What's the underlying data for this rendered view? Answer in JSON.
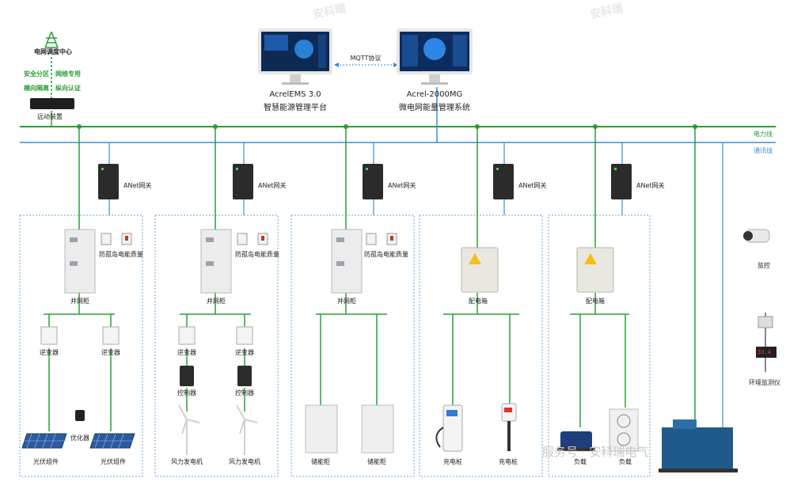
{
  "grid_dispatch": {
    "title": "电网调度中心",
    "tags": [
      "安全分区",
      "网络专用",
      "横向隔离",
      "纵向认证"
    ],
    "device": "远动装置"
  },
  "platforms": {
    "ems_name": "AcrelEMS 3.0",
    "ems_desc": "智慧能源管理平台",
    "mg_name": "Acrel-2000MG",
    "mg_desc": "微电网能量管理系统",
    "link_protocol": "MQTT协议"
  },
  "buses": {
    "power": "电力线",
    "comm": "通讯线"
  },
  "gateway_label": "ANet网关",
  "panels": [
    {
      "cabinet": "并网柜",
      "aux": [
        "防孤岛",
        "电能质量"
      ],
      "sub": [
        "逆变器",
        "逆变器"
      ],
      "bottom": [
        "光伏组件",
        "光伏组件"
      ],
      "extra": "优化器"
    },
    {
      "cabinet": "并网柜",
      "aux": [
        "防孤岛",
        "电能质量"
      ],
      "sub": [
        "逆变器",
        "逆变器"
      ],
      "sub2": [
        "控制器",
        "控制器"
      ],
      "bottom": [
        "风力发电机",
        "风力发电机"
      ]
    },
    {
      "cabinet": "并网柜",
      "aux": [
        "防孤岛",
        "电能质量"
      ],
      "bottom": [
        "储能柜",
        "储能柜"
      ]
    },
    {
      "cabinet": "配电箱",
      "bottom": [
        "充电桩",
        "充电桩"
      ]
    },
    {
      "cabinet": "配电箱",
      "bottom": [
        "负载",
        "负载"
      ]
    }
  ],
  "right_devices": {
    "camera": "监控",
    "env": "环境监测仪",
    "env_readout": "33.4"
  },
  "watermark": {
    "brand": "安科瑞",
    "footer": "服务号 · 安科瑞电气"
  },
  "colors": {
    "power_line": "#2a9d3a",
    "comm_line": "#3a8fd6",
    "dashed_box": "#6aa8d8"
  }
}
